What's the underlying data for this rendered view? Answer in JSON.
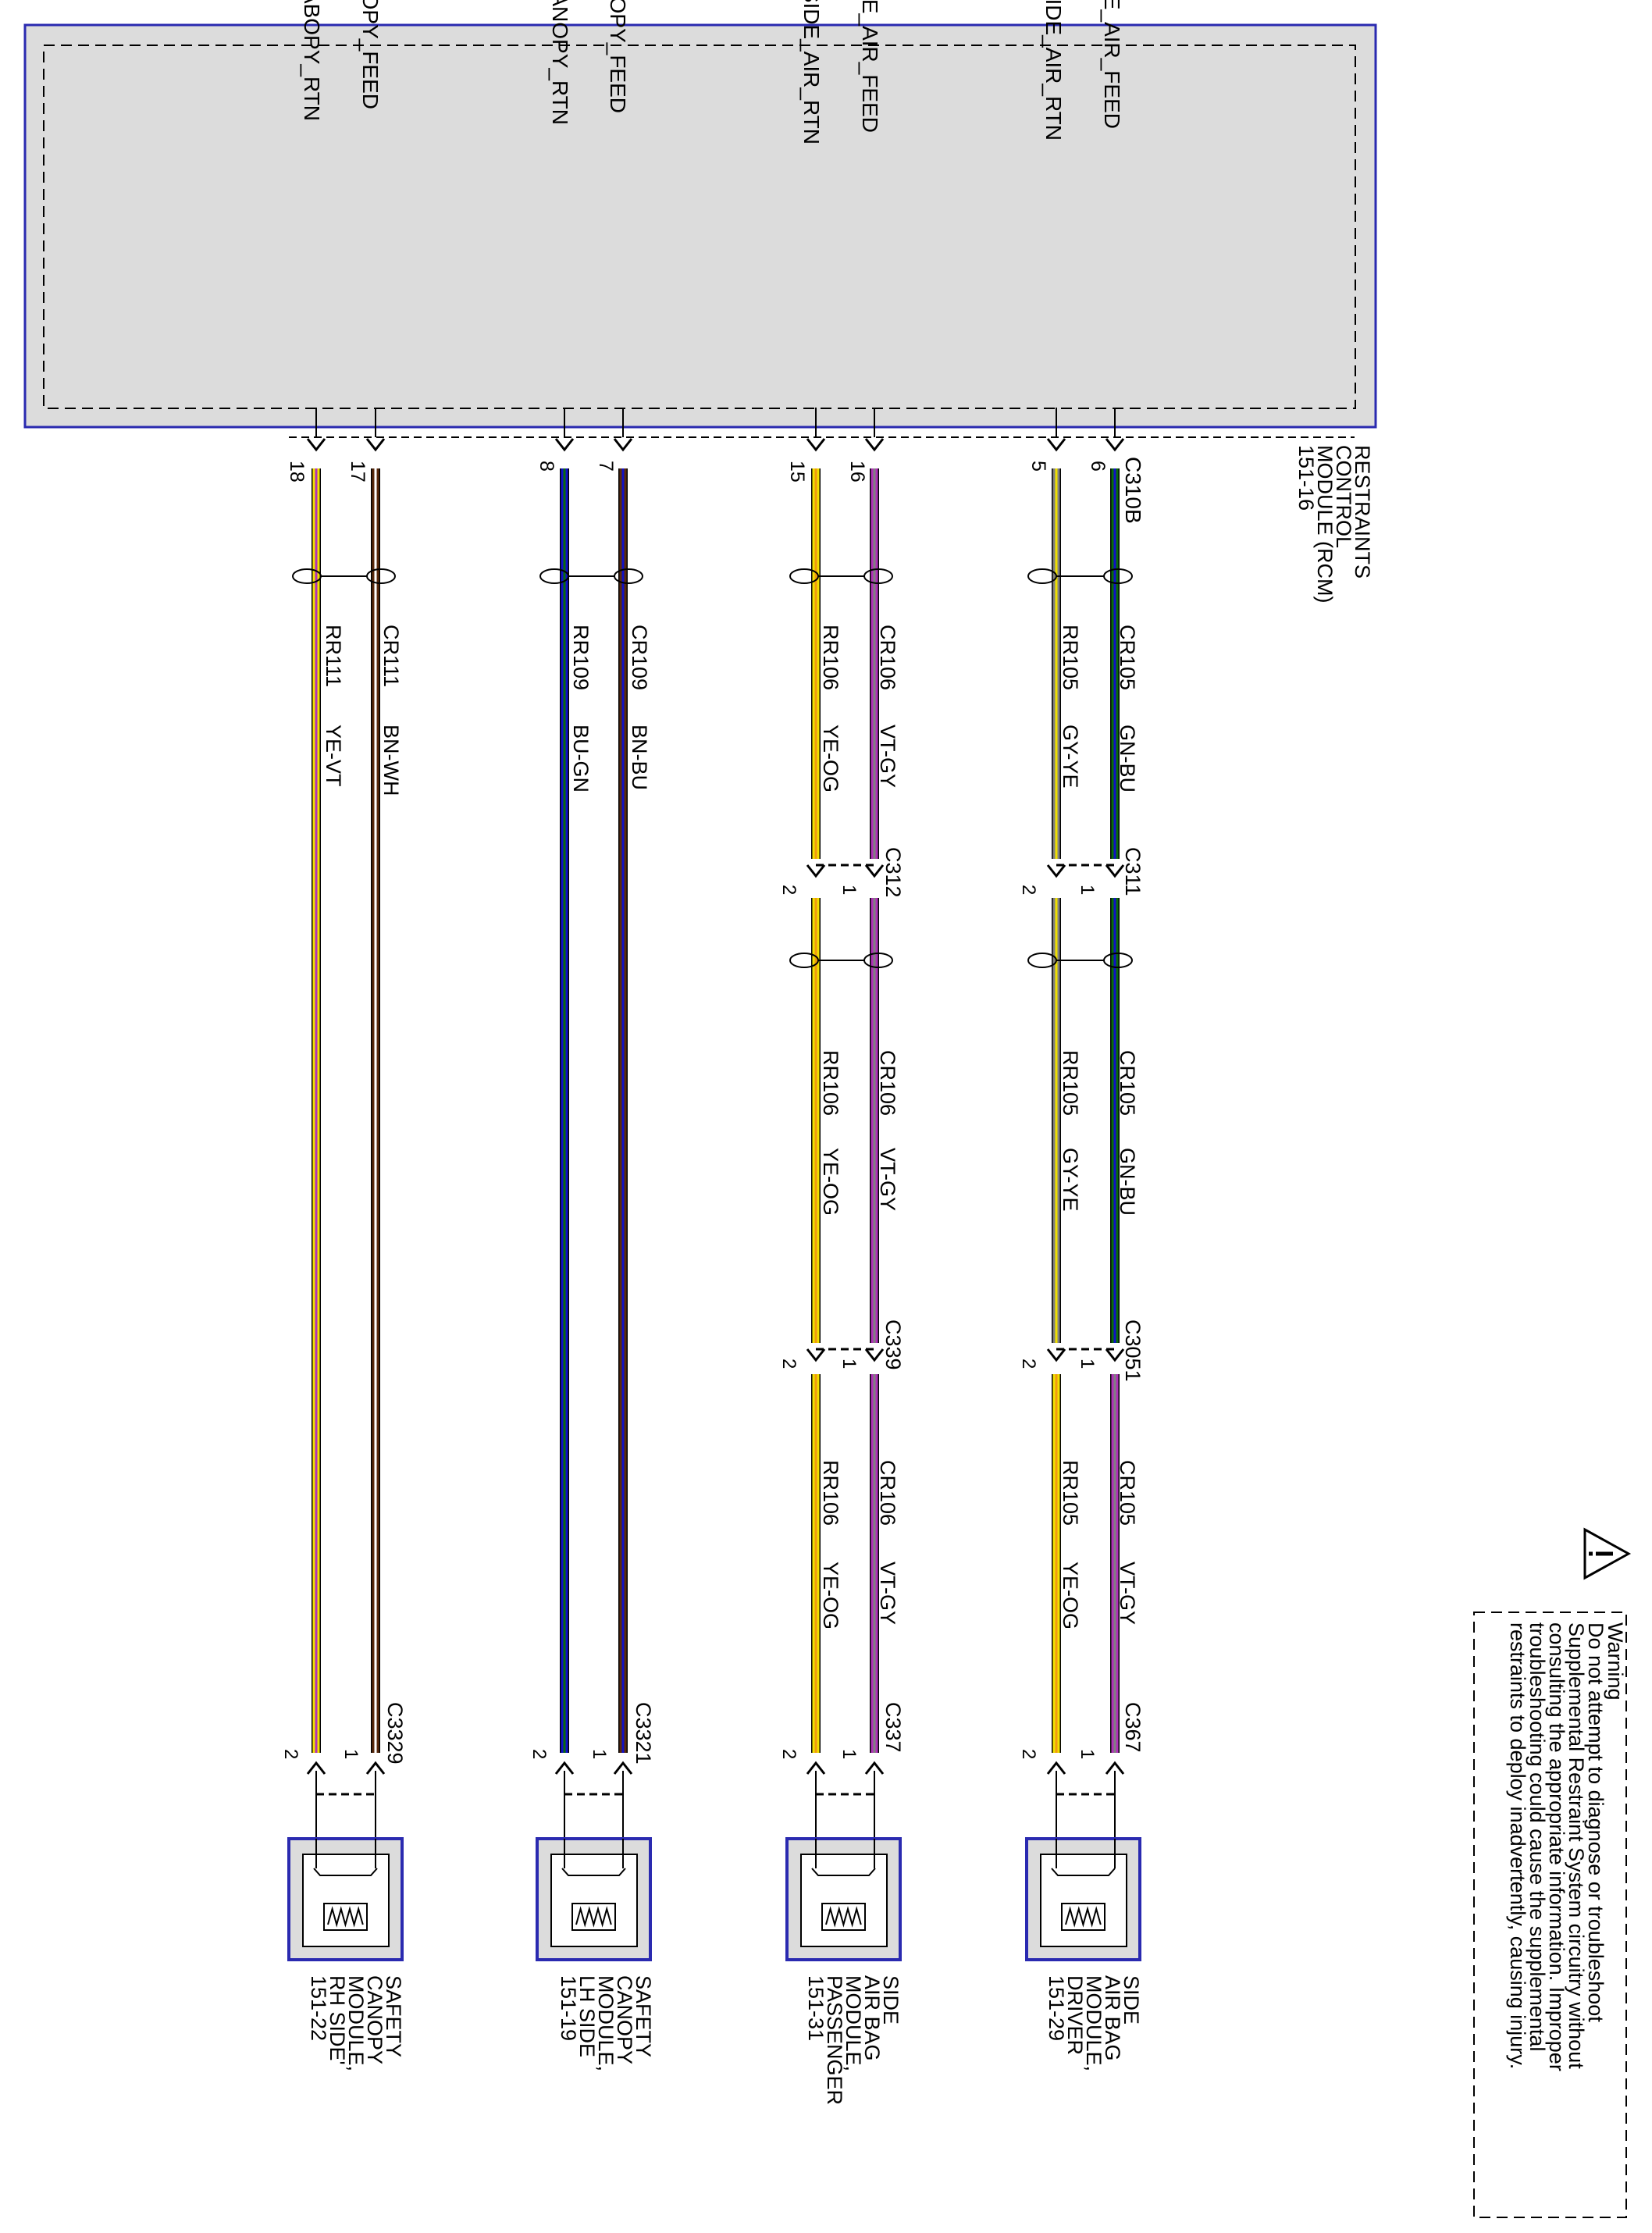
{
  "colors": {
    "module_fill": "#dcdcdc",
    "module_border": "#2a2ab0",
    "GN": "#0a6a0a",
    "BU": "#1010c8",
    "GY": "#808080",
    "YE": "#f0e000",
    "VT": "#b030b8",
    "OG": "#f09a10",
    "BN": "#5a2a0c",
    "WH": "#ffffff",
    "BK": "#000000"
  },
  "rcm": {
    "name_lines": [
      "RESTRAINTS",
      "CONTROL",
      "MODULE (RCM)",
      "151-16"
    ],
    "connector": "C310B",
    "pins": [
      {
        "pin": "6",
        "signal": "DRVR_SIDE_AIR_FEED"
      },
      {
        "pin": "5",
        "signal": "DRVR_SIDE_AIR_RTN"
      },
      {
        "pin": "16",
        "signal": "PASS_SIDE_AIR_FEED"
      },
      {
        "pin": "15",
        "signal": "PASS_SIDE_AIR_RTN"
      },
      {
        "pin": "7",
        "signal": "LH SIDE_CANOPY_FEED"
      },
      {
        "pin": "8",
        "signal": "LH SIDE_CANOPY_RTN"
      },
      {
        "pin": "17",
        "signal": "RH SIDE_CANOPY_FEED"
      },
      {
        "pin": "18",
        "signal": "RH SIDE_CABOPY_RTN"
      }
    ]
  },
  "inline_connectors": {
    "driver": [
      "C311",
      "C3051"
    ],
    "passenger": [
      "C312",
      "C339"
    ]
  },
  "inline_pins": [
    "1",
    "2"
  ],
  "wires": {
    "driver_feed": [
      {
        "circuit": "CR105",
        "color": "GN-BU"
      },
      {
        "circuit": "CR105",
        "color": "GN-BU"
      },
      {
        "circuit": "CR105",
        "color": "VT-GY"
      }
    ],
    "driver_rtn": [
      {
        "circuit": "RR105",
        "color": "GY-YE"
      },
      {
        "circuit": "RR105",
        "color": "GY-YE"
      },
      {
        "circuit": "RR105",
        "color": "YE-OG"
      }
    ],
    "pass_feed": [
      {
        "circuit": "CR106",
        "color": "VT-GY"
      },
      {
        "circuit": "CR106",
        "color": "VT-GY"
      },
      {
        "circuit": "CR106",
        "color": "VT-GY"
      }
    ],
    "pass_rtn": [
      {
        "circuit": "RR106",
        "color": "YE-OG"
      },
      {
        "circuit": "RR106",
        "color": "YE-OG"
      },
      {
        "circuit": "RR106",
        "color": "YE-OG"
      }
    ],
    "lh_feed": [
      {
        "circuit": "CR109",
        "color": "BN-BU"
      }
    ],
    "lh_rtn": [
      {
        "circuit": "RR109",
        "color": "BU-GN"
      }
    ],
    "rh_feed": [
      {
        "circuit": "CR111",
        "color": "BN-WH"
      }
    ],
    "rh_rtn": [
      {
        "circuit": "RR111",
        "color": "YE-VT"
      }
    ]
  },
  "devices": [
    {
      "connector": "C367",
      "pins": [
        "1",
        "2"
      ],
      "name_lines": [
        "SIDE",
        "AIR BAG",
        "MODULE,",
        "DRIVER",
        "151-29"
      ]
    },
    {
      "connector": "C337",
      "pins": [
        "1",
        "2"
      ],
      "name_lines": [
        "SIDE",
        "AIR BAG",
        "MODULE,",
        "PASSENGER",
        "151-31"
      ]
    },
    {
      "connector": "C3321",
      "pins": [
        "1",
        "2"
      ],
      "name_lines": [
        "SAFETY",
        "CANOPY",
        "MODULE,",
        "LH SIDE",
        "151-19"
      ]
    },
    {
      "connector": "C3329",
      "pins": [
        "1",
        "2"
      ],
      "name_lines": [
        "SAFETY",
        "CANOPY",
        "MODULE,",
        "RH SIDE'",
        "151-22"
      ]
    }
  ],
  "warning": {
    "icon": "warning-triangle-icon",
    "lines": [
      "Warning",
      "Do not attempt to diagnose or troubleshoot",
      "Supplemental Restraint System circuitry without",
      "consulting the appropriate information. Improper",
      "troubleshooting could cause the supplemental",
      "restraints to deploy inadvertently, causing injury."
    ]
  }
}
